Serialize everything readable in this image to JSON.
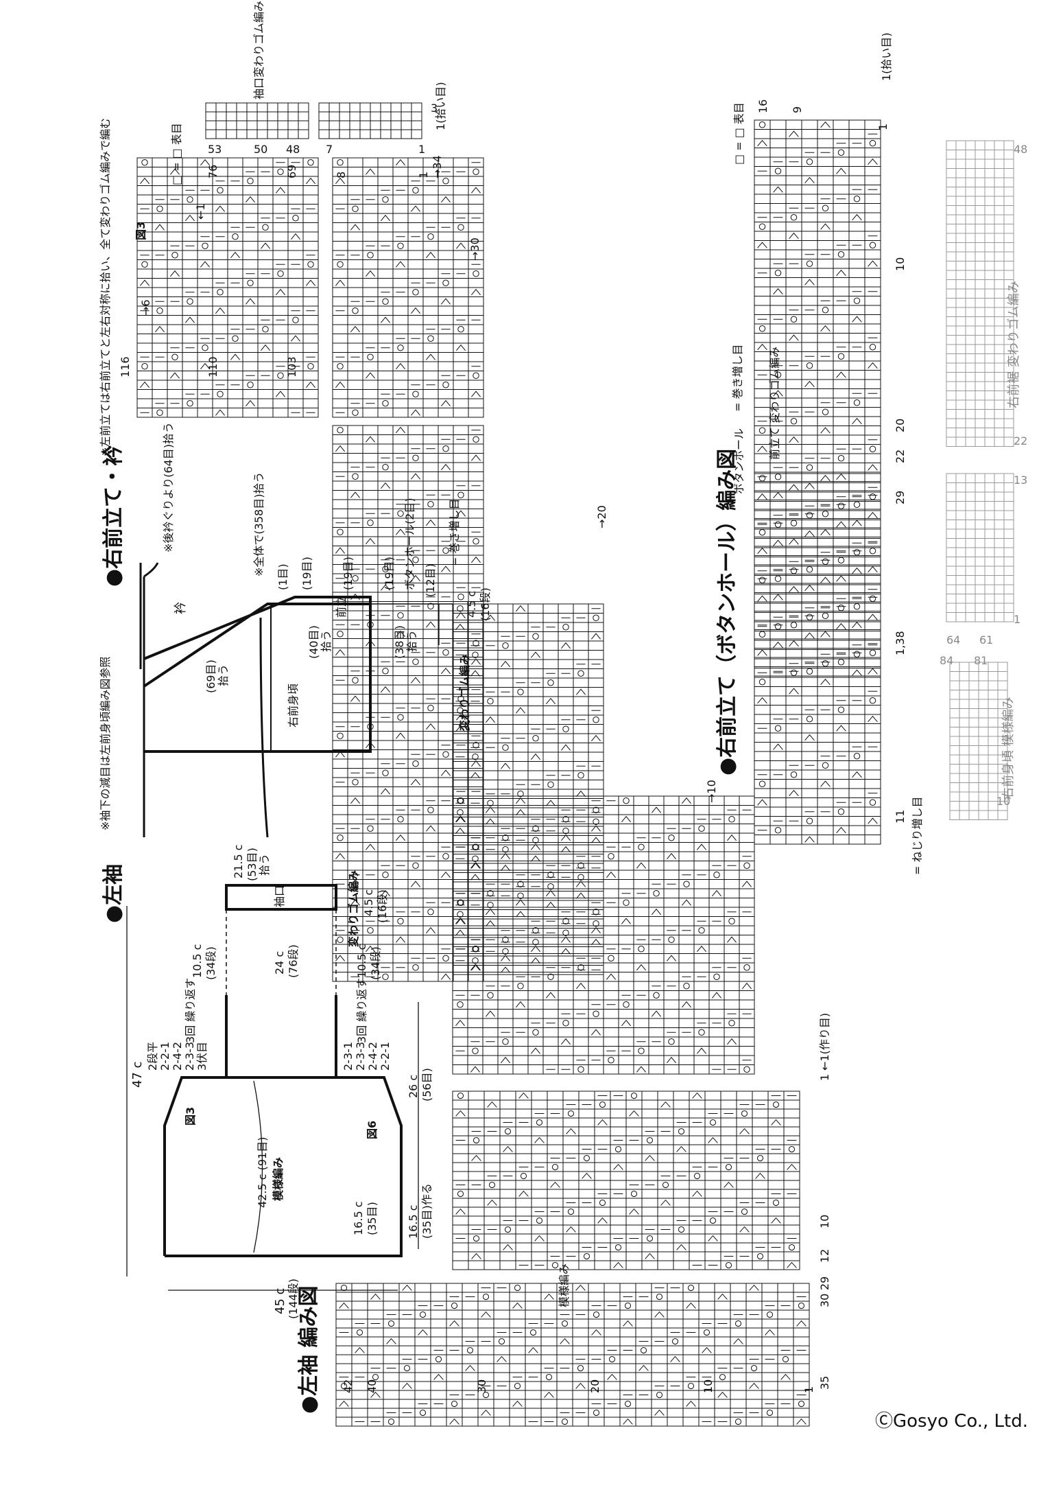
{
  "sleeve": {
    "title": "●左袖",
    "note": "※袖下の減目は左前身頃編み図参照",
    "chart_title": "●左袖 編み図",
    "main_label": "模様編み",
    "cuff_label": "袖口",
    "cuff_rib": "変わりゴム編み",
    "figure_ref_a": "図3",
    "figure_ref_b": "図6",
    "dims": {
      "top_width": "47 c",
      "length": "45 c",
      "length_rows": "(144段)",
      "body": "42.5 c (91目)",
      "cuff_width": "21.5 c",
      "cuff_sts": "(53目)",
      "cuff_pick": "拾う",
      "cuff_h": "4.5 c",
      "cuff_rows": "(16段)",
      "mid": "24 c",
      "mid_rows": "(76段)",
      "side_a": "10.5 c",
      "side_a_rows": "(34段)",
      "side_b": "10.5 c",
      "side_b_rows": "(34段)",
      "cast_on": "16.5 c",
      "cast_on_sts": "(35目)作る",
      "cast_on2": "16.5 c",
      "cast_on2_sts": "(35目)",
      "right_side": "26 c",
      "right_side_sts": "(56目)"
    },
    "shaping_left": [
      "2段平",
      "2-2-1",
      "2-4-2",
      "2-3-3",
      "3伏目"
    ],
    "shaping_left_rep": "3回 繰り返す",
    "shaping_right": [
      "2-3-1",
      "2-3-3",
      "2-4-2",
      "2-2-1"
    ],
    "shaping_right_rep": "3回 繰り返す",
    "row_numbers": [
      "42",
      "40",
      "30",
      "20",
      "10",
      "1"
    ],
    "stitch_numbers": [
      "35",
      "30",
      "29",
      "12",
      "10",
      "1"
    ],
    "cast_on_mark": "←1(作り目)",
    "pattern_label": "模様編み"
  },
  "front_band": {
    "title": "●右前立て・衿",
    "note": "※左前立ては右前立てと左右対称に拾い、全て変わりゴム編みで編む",
    "collar_note": "※後衿ぐりより(64目)拾う",
    "total_note": "※全体で(358目)拾う",
    "labels": {
      "collar": "衿",
      "front": "右前身頃",
      "band": "前立",
      "rib": "変わりゴム編み",
      "buttonhole": "ボタンホール(2目)",
      "pick69": "(69目)",
      "pick40": "(40目)",
      "pick38": "(38目)",
      "pick": "拾う",
      "s1": "(1目)",
      "s19a": "(19目)",
      "s19b": "(19目)",
      "s19c": "(19目)",
      "s12": "(12目)",
      "height": "4.5 c",
      "height_rows": "(16段)",
      "increase": "= 巻き増し目"
    }
  },
  "fig3": {
    "title": "図3",
    "cuff_label": "袖口変わりゴム編み",
    "key": "□ = □ 表目",
    "row_marks": [
      "116",
      "110",
      "103"
    ],
    "stitch_marks": [
      "53",
      "50",
      "48",
      "7",
      "1"
    ],
    "top_marks": [
      "76",
      "69",
      "8",
      "1",
      "→34"
    ],
    "arrows": [
      "→6",
      "←1",
      "→30",
      "→20",
      "→10"
    ],
    "pick_mark": "1(拾い目)",
    "row3": "3"
  },
  "buttonband_chart": {
    "title": "●右前立て（ボタンホール）編み図",
    "key_knit": "□ = □ 表目",
    "key_increase": "= 巻き増し目",
    "key_twist": "= ねじり増し目",
    "buttonhole": "ボタンホール",
    "band_label": "前立て 変わりゴム編み",
    "hem_label": "右前裾 変わりゴム編み",
    "body_label": "右前身頃 模様編み",
    "pick_mark": "1(拾い目)",
    "rows": [
      "16",
      "9",
      "1",
      "10",
      "20",
      "22",
      "29",
      "1,38",
      "11"
    ],
    "gray_marks": [
      "48",
      "22",
      "13",
      "1",
      "64",
      "61",
      "84",
      "81",
      "10"
    ]
  },
  "copyright": "ⒸGosyo Co., Ltd."
}
